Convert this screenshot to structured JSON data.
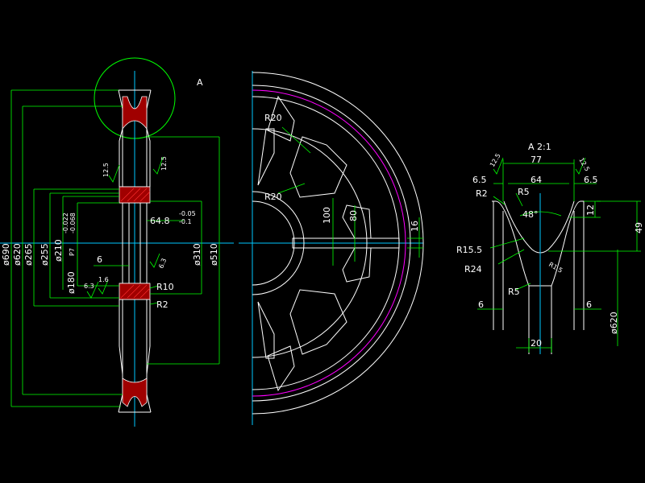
{
  "drawing": {
    "detail_marker": "A",
    "detail_title": "A  2:1",
    "colors": {
      "background": "#000000",
      "outline": "#ffffff",
      "dimension": "#00ff00",
      "centerline": "#00c8ff",
      "hatch": "#c00000",
      "pitch": "#ff00ff",
      "text": "#ffffff"
    },
    "section_view": {
      "diameters": [
        "ø690",
        "ø620",
        "ø265",
        "ø255",
        "ø210",
        "ø180",
        "ø310",
        "ø510"
      ],
      "bore_fit": "P7",
      "bore_tol_upper": "-0.022",
      "bore_tol_lower": "-0.068",
      "keyway": "64.8",
      "keyway_tol_upper": "-0.05",
      "keyway_tol_lower": "-0.1",
      "web": "6",
      "fillet_r10": "R10",
      "fillet_r2": "R2",
      "roughness_12_5": "12.5",
      "roughness_6_3": "6.3",
      "roughness_1_6": "1.6"
    },
    "side_view": {
      "r20_top": "R20",
      "r20_mid": "R20",
      "dim_100": "100",
      "dim_80": "80",
      "dim_16": "16"
    },
    "detail_view": {
      "dim_77": "77",
      "dim_64": "64",
      "dim_6_5_left": "6.5",
      "dim_6_5_right": "6.5",
      "r2": "R2",
      "r5_top": "R5",
      "angle": "48°",
      "dim_12": "12",
      "dim_49": "49",
      "r15_5": "R15.5",
      "r24": "R24",
      "r1_5": "R1.5",
      "r5_bottom": "R5",
      "dim_6_left": "6",
      "dim_6_right": "6",
      "dia_620": "ø620",
      "dim_20": "20",
      "roughness_12_5_a": "12.5",
      "roughness_12_5_b": "12.5"
    }
  }
}
